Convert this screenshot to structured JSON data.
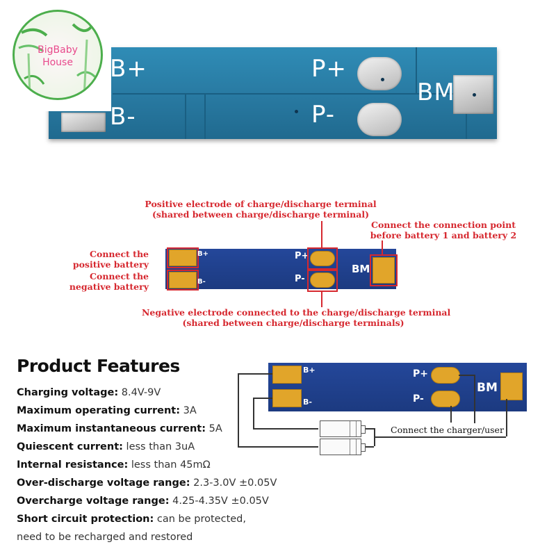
{
  "watermark": {
    "logo_line1": "BigBaby",
    "logo_line2": "House"
  },
  "photo": {
    "label_b_plus": "B+",
    "label_b_minus": "B-",
    "label_p_plus": "P+",
    "label_p_minus": "P-",
    "label_bm": "BM"
  },
  "diagram": {
    "note_top_line1": "Positive electrode of charge/discharge terminal",
    "note_top_line2": "(shared between charge/discharge terminal)",
    "note_right_line1": "Connect the connection point",
    "note_right_line2": "before battery 1 and battery 2",
    "note_pos_line1": "Connect the",
    "note_pos_line2": "positive battery",
    "note_neg_line1": "Connect the",
    "note_neg_line2": "negative battery",
    "note_bottom_line1": "Negative electrode connected to the charge/discharge terminal",
    "note_bottom_line2": "(shared between charge/discharge terminals)",
    "label_b_plus": "B+",
    "label_b_minus": "B-",
    "label_p_plus": "P+",
    "label_p_minus": "P-",
    "label_bm": "BM"
  },
  "features": {
    "title": "Product Features",
    "items": [
      {
        "key": "Charging voltage:",
        "value": " 8.4V-9V"
      },
      {
        "key": "Maximum operating current:",
        "value": " 3A"
      },
      {
        "key": "Maximum instantaneous current:",
        "value": " 5A"
      },
      {
        "key": "Quiescent current:",
        "value": " less than 3uA"
      },
      {
        "key": "Internal resistance:",
        "value": " less than 45mΩ"
      },
      {
        "key": "Over-discharge voltage range:",
        "value": " 2.3-3.0V ±0.05V"
      },
      {
        "key": "Overcharge voltage range:",
        "value": " 4.25-4.35V ±0.05V"
      },
      {
        "key": "Short circuit protection:",
        "value": " can be protected,"
      },
      {
        "key": "",
        "value": "need to be recharged and restored"
      }
    ]
  },
  "wiring": {
    "label_b_plus": "B+",
    "label_b_minus": "B-",
    "label_p_plus": "P+",
    "label_p_minus": "P-",
    "label_bm": "BM",
    "charger_note": "Connect the charger/user"
  },
  "colors": {
    "board_photo": "#2a7fa7",
    "board_diagram": "#1f3f8a",
    "pad_gold": "#e1a52a",
    "annotation_red": "#d6282f"
  }
}
